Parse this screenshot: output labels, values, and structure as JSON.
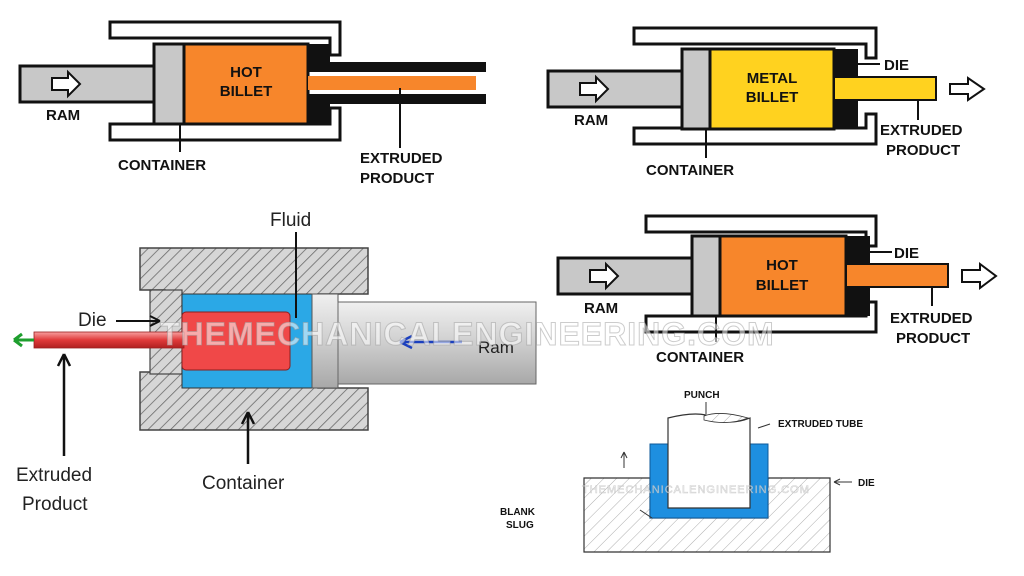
{
  "diagram1": {
    "billet_line1": "HOT",
    "billet_line2": "BILLET",
    "ram": "RAM",
    "container": "CONTAINER",
    "product_line1": "EXTRUDED",
    "product_line2": "PRODUCT",
    "billet_color": "#F7862B"
  },
  "diagram2": {
    "billet_line1": "METAL",
    "billet_line2": "BILLET",
    "die": "DIE",
    "ram": "RAM",
    "container": "CONTAINER",
    "product_line1": "EXTRUDED",
    "product_line2": "PRODUCT",
    "billet_color": "#FFD21F"
  },
  "diagram3": {
    "fluid": "Fluid",
    "die": "Die",
    "ram": "Ram",
    "product_line1": "Extruded",
    "product_line2": "Product",
    "container": "Container",
    "fluid_color": "#2BA8E6",
    "billet_color": "#F04848"
  },
  "diagram4": {
    "billet_line1": "HOT",
    "billet_line2": "BILLET",
    "die": "DIE",
    "ram": "RAM",
    "container": "CONTAINER",
    "product_line1": "EXTRUDED",
    "product_line2": "PRODUCT",
    "billet_color": "#F7862B"
  },
  "diagram5": {
    "punch": "PUNCH",
    "tube": "EXTRUDED TUBE",
    "die": "DIE",
    "blank_line1": "BLANK",
    "blank_line2": "SLUG",
    "tube_color": "#1E8FE0"
  },
  "watermark_main": "THEMECHANICALENGINEERING.COM",
  "watermark_small": "THEMECHANICALENGINEERING.COM"
}
